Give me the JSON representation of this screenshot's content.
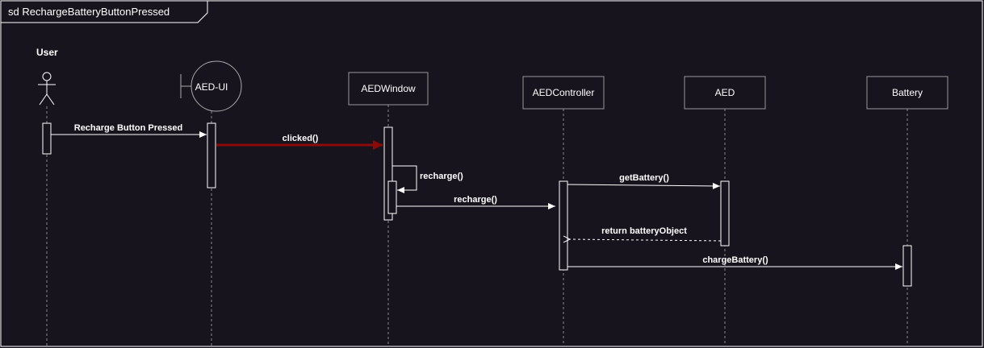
{
  "frame": {
    "title": "sd RechargeBatteryButtonPressed"
  },
  "actor": {
    "name": "User"
  },
  "boundary": {
    "name": "AED-UI"
  },
  "lifelines": [
    {
      "id": "aedwindow",
      "name": "AEDWindow"
    },
    {
      "id": "aedcontroller",
      "name": "AEDController"
    },
    {
      "id": "aed",
      "name": "AED"
    },
    {
      "id": "battery",
      "name": "Battery"
    }
  ],
  "messages": [
    {
      "label": "Recharge Button Pressed",
      "type": "sync"
    },
    {
      "label": "clicked()",
      "type": "sync-highlighted"
    },
    {
      "label": "recharge()",
      "type": "self"
    },
    {
      "label": "recharge()",
      "type": "sync"
    },
    {
      "label": "getBattery()",
      "type": "sync"
    },
    {
      "label": "return batteryObject",
      "type": "return"
    },
    {
      "label": "chargeBattery()",
      "type": "sync"
    }
  ],
  "colors": {
    "background": "#18141d",
    "stroke": "#ffffff",
    "lifeline": "#8a8a8a",
    "highlight": "#8b0a0a"
  }
}
